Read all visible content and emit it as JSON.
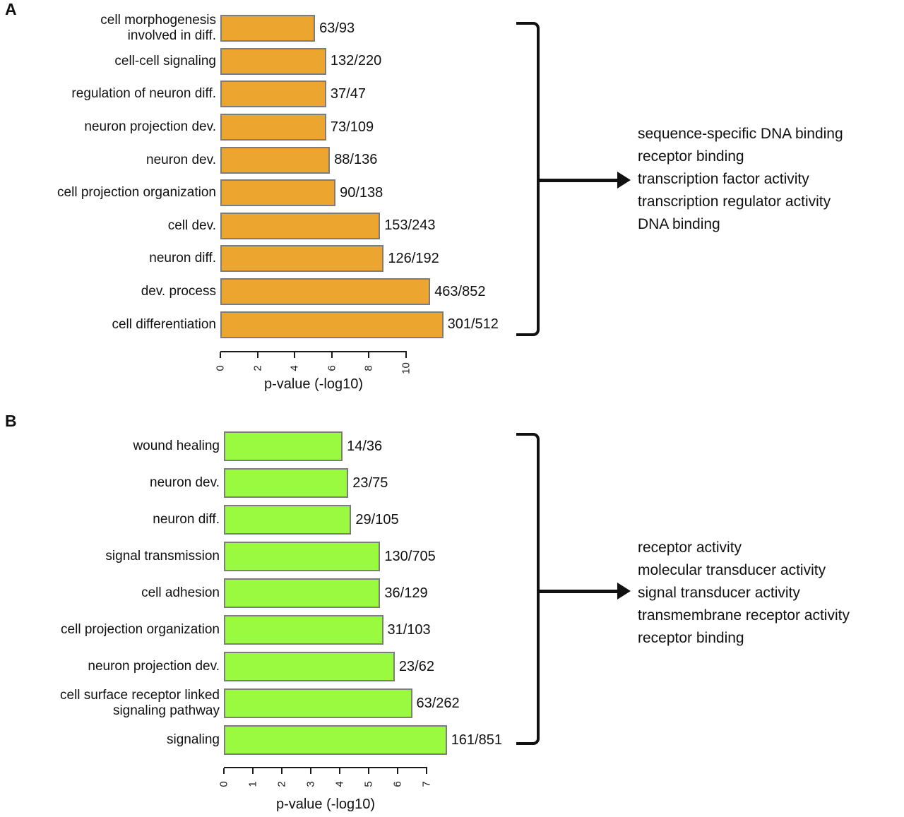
{
  "chart_data": [
    {
      "type": "bar",
      "panel": "A",
      "orientation": "horizontal",
      "xlabel": "p-value (-log10)",
      "xlim": [
        0,
        10
      ],
      "xticks": [
        0,
        2,
        4,
        6,
        8,
        10
      ],
      "grid": false,
      "bar_color": "#ECA62F",
      "bar_border_color": "#7d7d7d",
      "categories": [
        "cell morphogenesis\ninvolved in diff.",
        "cell-cell signaling",
        "regulation of neuron diff.",
        "neuron projection dev.",
        "neuron dev.",
        "cell projection organization",
        "cell dev.",
        "neuron diff.",
        "dev. process",
        "cell differentiation"
      ],
      "counts": [
        "63/93",
        "132/220",
        "37/47",
        "73/109",
        "88/136",
        "90/138",
        "153/243",
        "126/192",
        "463/852",
        "301/512"
      ],
      "values": [
        5.1,
        5.7,
        5.7,
        5.7,
        5.9,
        6.2,
        8.6,
        8.8,
        11.3,
        12.0
      ],
      "annotation_lines": [
        "sequence-specific DNA binding",
        "receptor binding",
        "transcription factor activity",
        "transcription regulator activity",
        "DNA binding"
      ]
    },
    {
      "type": "bar",
      "panel": "B",
      "orientation": "horizontal",
      "xlabel": "p-value (-log10)",
      "xlim": [
        0,
        7
      ],
      "xticks": [
        0,
        1,
        2,
        3,
        4,
        5,
        6,
        7
      ],
      "grid": false,
      "bar_color": "#9AFA40",
      "bar_border_color": "#7d7d7d",
      "categories": [
        "wound healing",
        "neuron dev.",
        "neuron diff.",
        "signal transmission",
        "cell adhesion",
        "cell projection organization",
        "neuron projection dev.",
        "cell surface receptor linked\nsignaling pathway",
        "signaling"
      ],
      "counts": [
        "14/36",
        "23/75",
        "29/105",
        "130/705",
        "36/129",
        "31/103",
        "23/62",
        "63/262",
        "161/851"
      ],
      "values": [
        4.1,
        4.3,
        4.4,
        5.4,
        5.4,
        5.5,
        5.9,
        6.5,
        7.7
      ],
      "annotation_lines": [
        "receptor activity",
        "molecular transducer activity",
        "signal transducer activity",
        "transmembrane receptor activity",
        "receptor binding"
      ]
    }
  ]
}
